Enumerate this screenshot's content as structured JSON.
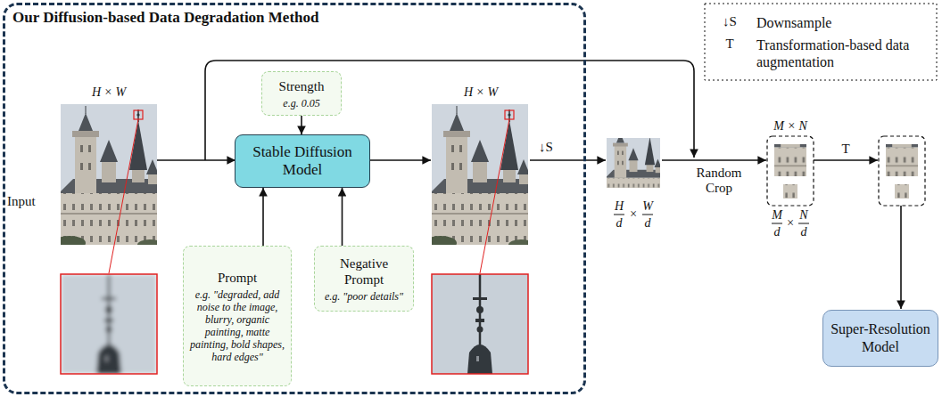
{
  "diagram": {
    "nodes": [
      {
        "text": [
          "Our Diffusion-based Data Degradation Method"
        ]
      },
      {
        "text": [
          "Strength",
          "e.g. 0.05"
        ],
        "in": 0
      },
      {
        "text": [
          "Stable Diffusion Model"
        ],
        "in": 0
      },
      {
        "text": [
          "Prompt",
          "e.g. \"degraded, add noise to the image, blurry, organic painting, matte painting, bold shapes, hard edges\""
        ],
        "in": 0
      },
      {
        "text": [
          "Negative Prompt",
          "e.g. \"poor details\""
        ],
        "in": 0
      },
      {
        "text": [
          "Super-Resolution Model"
        ]
      }
    ],
    "edges": [
      {
        "from": 1,
        "to": 2,
        "arrow": "to"
      },
      {
        "from": 3,
        "to": 2,
        "arrow": "to"
      },
      {
        "from": 4,
        "to": 2,
        "arrow": "to"
      }
    ],
    "labels": [
      "Input",
      "H × W",
      "H × W",
      "↓S",
      "H",
      "d",
      "×",
      "W",
      "d",
      "Random Crop",
      "M × N",
      "M",
      "d",
      "×",
      "N",
      "d",
      "T",
      "↓S",
      "T"
    ],
    "legend": [
      {
        "text": "Downsample"
      },
      {
        "text": "Transformation-based data augmentation"
      }
    ]
  }
}
